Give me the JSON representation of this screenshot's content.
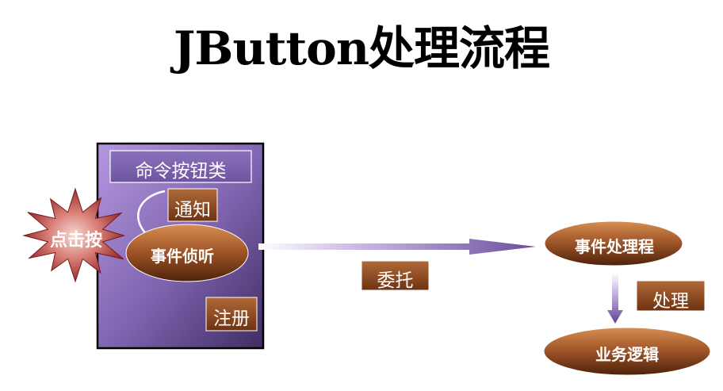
{
  "title": "JButton处理流程",
  "diagram": {
    "command_button_class": "命令按钮类",
    "notify": "通知",
    "event_listener": "事件侦听",
    "register": "注册",
    "click_button": "点击按",
    "delegate": "委托",
    "event_handler": "事件处理程",
    "process": "处理",
    "business_logic": "业务逻辑"
  },
  "colors": {
    "panel_top": "#a98ad6",
    "panel_bottom": "#4a3670",
    "ellipse_light": "#c97f45",
    "ellipse_dark": "#5a2a0c",
    "starburst_center": "#f3c9c4",
    "starburst_edge": "#8e1f1f",
    "arrow": "#6a4f9a"
  }
}
